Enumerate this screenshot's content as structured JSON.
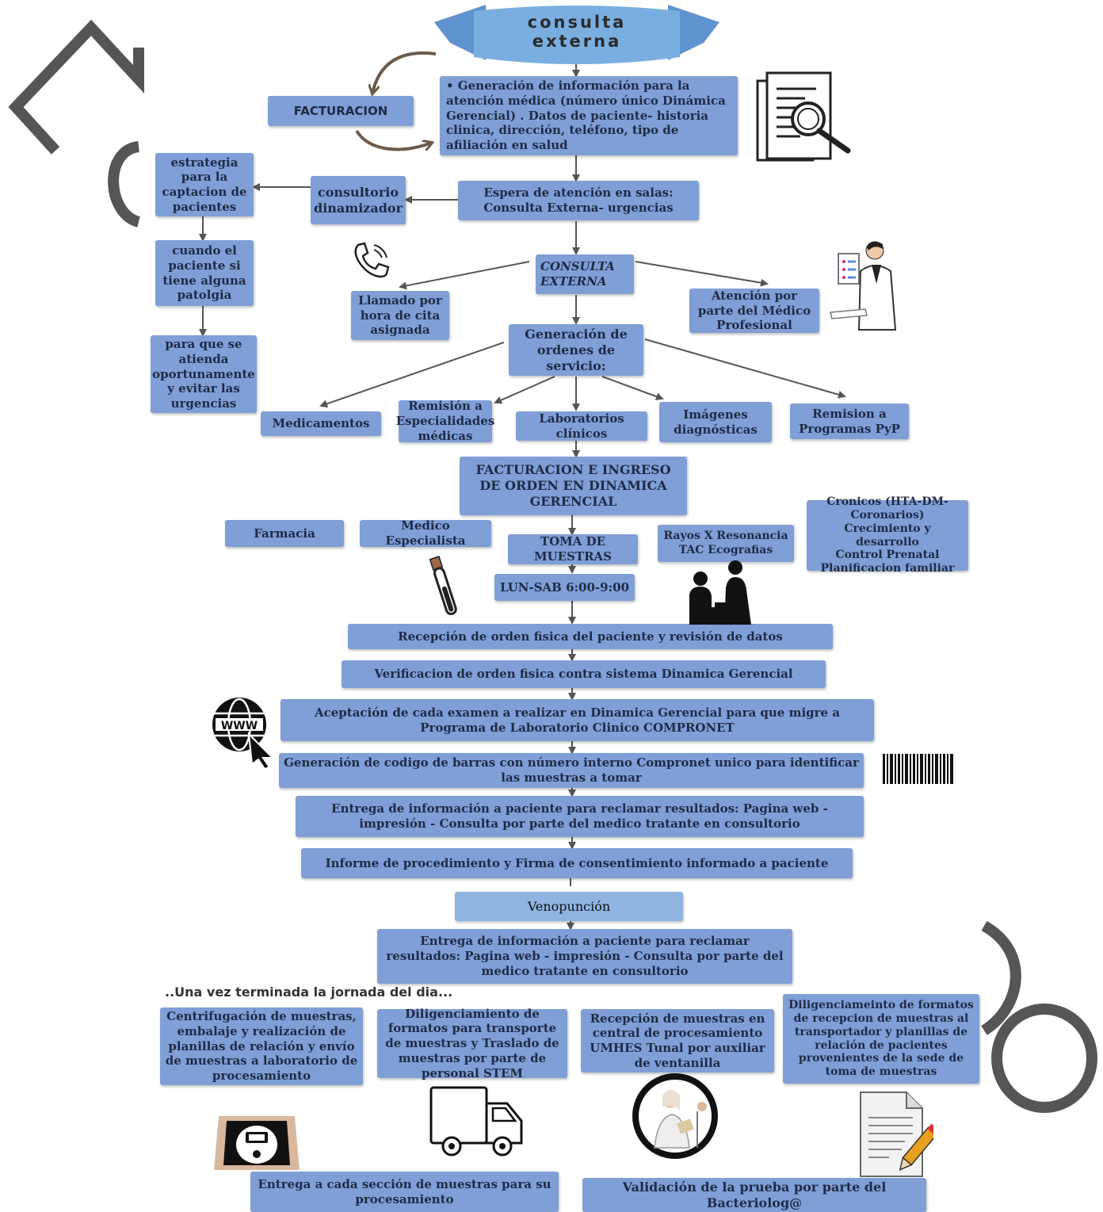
{
  "banner": {
    "title": "consulta\nexterna"
  },
  "colors": {
    "box": "#7f9fd6",
    "box_text": "#1f2a44",
    "venopuncion": "#8fb4e0",
    "arrow": "#555555",
    "header_arrow": "#6b5a4a",
    "banner": "#7aaee0",
    "watermark": "#555555"
  },
  "icons": [
    "magnifier-document-icon",
    "phone-icon",
    "doctor-icon",
    "test-tube-icon",
    "consultation-icon",
    "globe-www-icon",
    "barcode-icon",
    "centrifuge-icon",
    "truck-icon",
    "technician-icon",
    "document-edit-icon"
  ],
  "nodes": {
    "facturacion": "FACTURACION",
    "generacion_info": "•  Generación de información para la atención médica (número único Dinámica Gerencial) . Datos de paciente- historia clinica, dirección, teléfono, tipo de afiliación en salud",
    "espera": "Espera de atención en salas: Consulta Externa- urgencias",
    "consultorio": "consultorio dinamizador",
    "estrategia": "estrategia para la captacion de pacientes",
    "cuando": "cuando el paciente si tiene alguna patolgia",
    "para_que": "para que se atienda oportunamente y evitar las urgencias",
    "consulta_externa": "CONSULTA EXTERNA",
    "llamado": "Llamado por hora de cita asignada",
    "atencion_medico": "Atención por parte del Médico Profesional",
    "generacion_ordenes": "Generación de ordenes de servicio:",
    "medicamentos": "Medicamentos",
    "remision_esp": "Remisión a Especialidades médicas",
    "laboratorios": "Laboratorios clínicos",
    "imagenes": "Imágenes diagnósticas",
    "remision_pyp": "Remision a Programas  PyP",
    "facturacion_ingreso": "FACTURACION E INGRESO DE ORDEN EN DINAMICA GERENCIAL",
    "farmacia": "Farmacia",
    "medico_esp": "Medico Especialista",
    "toma_muestras": "TOMA DE MUESTRAS",
    "rayos": "Rayos X  Resonancia\nTAC       Ecografias",
    "cronicos": "Cronicos (HTA-DM-Coronarios)\nCrecimiento y desarrollo\nControl Prenatal\nPlanificacion familiar",
    "horario": "LUN-SAB 6:00-9:00",
    "recepcion_orden": "Recepción de orden fisica del paciente y revisión de datos",
    "verificacion": "Verificacion de orden fisica contra sistema Dinamica Gerencial",
    "aceptacion": "Aceptación de cada examen a realizar en Dinamica Gerencial para que migre a Programa de Laboratorio Clinico COMPRONET",
    "codigo_barras": "Generación de codigo de barras con número interno Compronet  unico  para identificar las muestras a tomar",
    "entrega_info_1": "Entrega de información a paciente para reclamar resultados: Pagina web  -  impresión  - Consulta por parte del medico tratante en consultorio",
    "informe": "Informe de procedimiento y Firma de consentimiento informado a paciente",
    "venopuncion": "Venopunción",
    "entrega_info_2": "Entrega de información a paciente para reclamar resultados: Pagina web  -  impresión  - Consulta por parte del medico tratante en consultorio",
    "jornada": "..Una vez terminada la jornada del dia...",
    "centrifugacion": "Centrifugación de muestras, embalaje y realización de planillas de relación y envío de muestras a laboratorio de procesamiento",
    "diligenciamiento": "Diligenciamiento de formatos para transporte de muestras y Traslado de muestras por parte de personal STEM",
    "recepcion_central": "Recepción de muestras en central de procesamiento UMHES Tunal por auxiliar de ventanilla",
    "diligenciameinto": "Diligenciameinto de formatos de recepcion de muestras al transportador y planillas de relación de pacientes provenientes de la sede de toma de muestras",
    "entrega_seccion": "Entrega a cada sección de muestras para su procesamiento",
    "validacion": "Validación de la prueba por parte del Bacteriolog@"
  },
  "watermark_letters": [
    "N",
    "C",
    "O",
    "O"
  ]
}
